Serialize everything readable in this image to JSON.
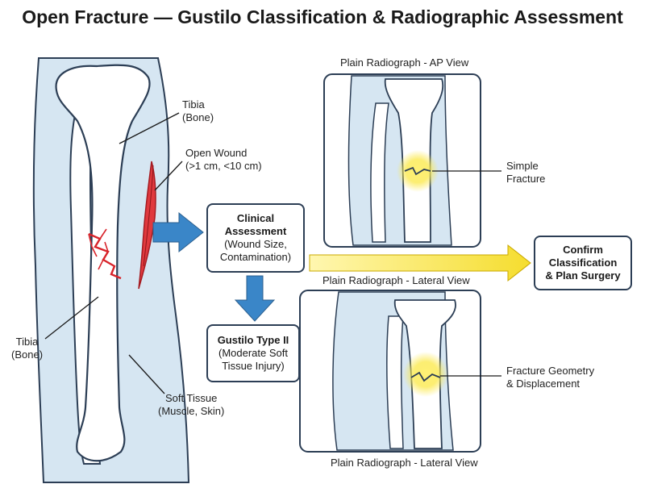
{
  "title": "Open Fracture — Gustilo Classification & Radiographic Assessment",
  "labels": {
    "tibia_top": [
      "Tibia",
      "(Bone)"
    ],
    "open_wound": [
      "Open Wound",
      "(>1 cm, <10 cm)"
    ],
    "tibia_bottom": [
      "Tibia",
      "(Bone)"
    ],
    "soft_tissue": [
      "Soft Tissue",
      "(Muscle, Skin)"
    ],
    "xray_ap": "Plain Radiograph - AP View",
    "xray_lateral_top": "Plain Radiograph - Lateral View",
    "xray_lateral_bottom": "Plain Radiograph - Lateral View",
    "simple_fracture": [
      "Simple",
      "Fracture"
    ],
    "fracture_geometry": [
      "Fracture Geometry",
      "& Displacement"
    ]
  },
  "boxes": {
    "clinical": {
      "bold": [
        "Clinical",
        "Assessment"
      ],
      "normal": [
        "(Wound Size,",
        "Contamination)"
      ]
    },
    "gustilo": {
      "bold": [
        "Gustilo Type II"
      ],
      "normal": [
        "(Moderate Soft",
        "Tissue Injury)"
      ]
    },
    "confirm": {
      "bold": [
        "Confirm",
        "Classification",
        "& Plan Surgery"
      ],
      "normal": []
    }
  },
  "colors": {
    "outline": "#2c3e55",
    "soft_tissue": "#d6e6f2",
    "bone": "#ffffff",
    "wound": "#e0393e",
    "arrow_blue": "#3a86c8",
    "arrow_yellow": "#f5e04a"
  }
}
